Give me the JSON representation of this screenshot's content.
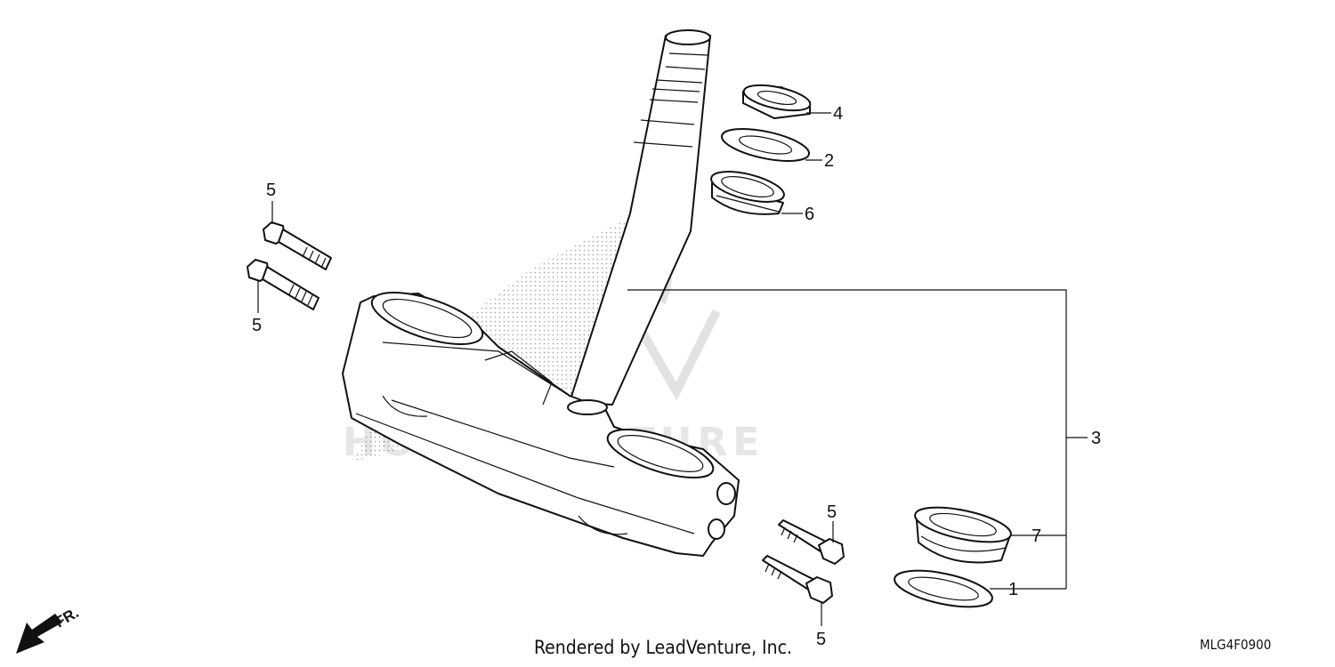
{
  "diagram": {
    "watermark": "HOUSEVENTURE",
    "front_marker": "FR.",
    "callouts": [
      "4",
      "2",
      "6",
      "5",
      "5",
      "3",
      "7",
      "1",
      "5",
      "5"
    ],
    "credit": "Rendered by LeadVenture, Inc.",
    "diagram_code": "MLG4F0900",
    "parts": [
      {
        "name": "steering-stem",
        "callouts": [
          "3"
        ]
      },
      {
        "name": "stem-nut",
        "callouts": [
          "4"
        ]
      },
      {
        "name": "dust-seal",
        "callouts": [
          "2"
        ]
      },
      {
        "name": "upper-bearing",
        "callouts": [
          "6"
        ]
      },
      {
        "name": "lower-bearing",
        "callouts": [
          "7"
        ]
      },
      {
        "name": "lower-dust-seal",
        "callouts": [
          "1"
        ]
      },
      {
        "name": "flange-bolts",
        "callouts": [
          "5",
          "5",
          "5",
          "5"
        ]
      }
    ]
  }
}
